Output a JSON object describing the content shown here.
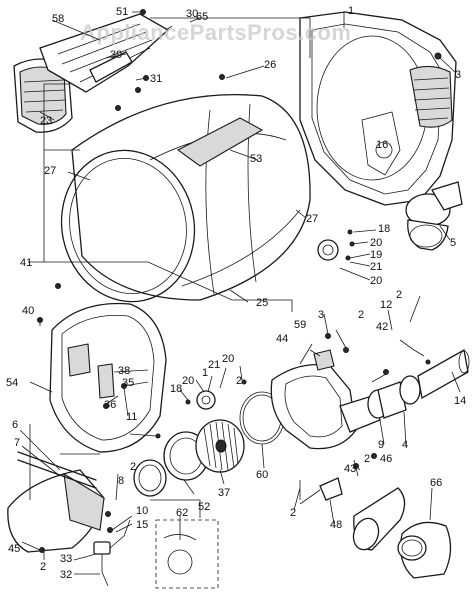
{
  "watermark": "AppliancePartsPros.com",
  "callouts": [
    {
      "id": "c51",
      "label": "51"
    },
    {
      "id": "c30",
      "label": "30"
    },
    {
      "id": "c65",
      "label": "65"
    },
    {
      "id": "c1",
      "label": "1"
    },
    {
      "id": "c58",
      "label": "58"
    },
    {
      "id": "c39",
      "label": "39"
    },
    {
      "id": "c31",
      "label": "31"
    },
    {
      "id": "c23",
      "label": "23"
    },
    {
      "id": "c26",
      "label": "26"
    },
    {
      "id": "c3a",
      "label": "3"
    },
    {
      "id": "c16",
      "label": "16"
    },
    {
      "id": "c53",
      "label": "53"
    },
    {
      "id": "c27a",
      "label": "27"
    },
    {
      "id": "c27b",
      "label": "27"
    },
    {
      "id": "c18a",
      "label": "18"
    },
    {
      "id": "c20a",
      "label": "20"
    },
    {
      "id": "c19",
      "label": "19"
    },
    {
      "id": "c21a",
      "label": "21"
    },
    {
      "id": "c20b",
      "label": "20"
    },
    {
      "id": "c5",
      "label": "5"
    },
    {
      "id": "c41",
      "label": "41"
    },
    {
      "id": "c25",
      "label": "25"
    },
    {
      "id": "c40",
      "label": "40"
    },
    {
      "id": "c12",
      "label": "12"
    },
    {
      "id": "c2a",
      "label": "2"
    },
    {
      "id": "c3b",
      "label": "3"
    },
    {
      "id": "c42",
      "label": "42"
    },
    {
      "id": "c2b",
      "label": "2"
    },
    {
      "id": "c59",
      "label": "59"
    },
    {
      "id": "c44",
      "label": "44"
    },
    {
      "id": "c38",
      "label": "38"
    },
    {
      "id": "c35",
      "label": "35"
    },
    {
      "id": "c36",
      "label": "36"
    },
    {
      "id": "c11",
      "label": "11"
    },
    {
      "id": "c54",
      "label": "54"
    },
    {
      "id": "c18b",
      "label": "18"
    },
    {
      "id": "c20c",
      "label": "20"
    },
    {
      "id": "c1b",
      "label": "1"
    },
    {
      "id": "c21b",
      "label": "21"
    },
    {
      "id": "c20d",
      "label": "20"
    },
    {
      "id": "c2c",
      "label": "2"
    },
    {
      "id": "c14",
      "label": "14"
    },
    {
      "id": "c4",
      "label": "4"
    },
    {
      "id": "c9",
      "label": "9"
    },
    {
      "id": "c6",
      "label": "6"
    },
    {
      "id": "c7",
      "label": "7"
    },
    {
      "id": "c2d",
      "label": "2"
    },
    {
      "id": "c8",
      "label": "8"
    },
    {
      "id": "c37",
      "label": "37"
    },
    {
      "id": "c60",
      "label": "60"
    },
    {
      "id": "c2e",
      "label": "2"
    },
    {
      "id": "c43",
      "label": "43"
    },
    {
      "id": "c46",
      "label": "46"
    },
    {
      "id": "c52",
      "label": "52"
    },
    {
      "id": "c10",
      "label": "10"
    },
    {
      "id": "c15",
      "label": "15"
    },
    {
      "id": "c62",
      "label": "62"
    },
    {
      "id": "c45",
      "label": "45"
    },
    {
      "id": "c2f",
      "label": "2"
    },
    {
      "id": "c33",
      "label": "33"
    },
    {
      "id": "c32",
      "label": "32"
    },
    {
      "id": "c2g",
      "label": "2"
    },
    {
      "id": "c48",
      "label": "48"
    },
    {
      "id": "c66",
      "label": "66"
    }
  ]
}
